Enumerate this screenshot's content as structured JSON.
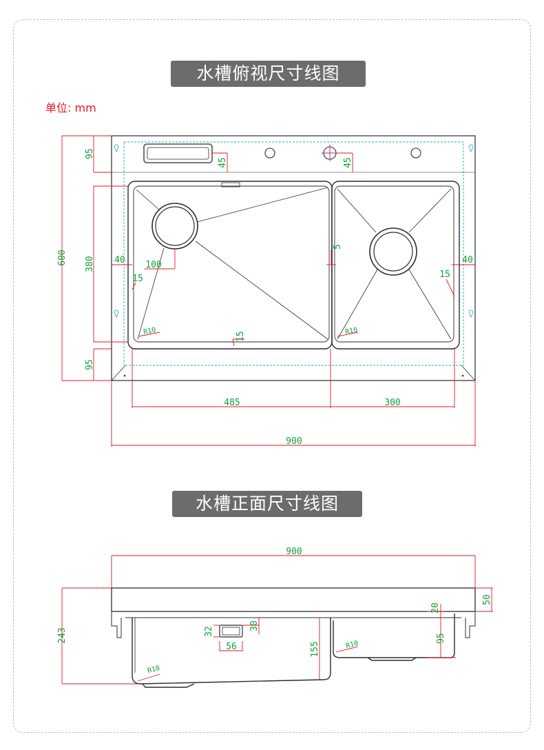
{
  "top_view": {
    "title": "水槽俯视尺寸线图",
    "unit_label": "单位: mm",
    "dimensions": {
      "overall_width": "900",
      "overall_depth": "600",
      "bowl_depth": "380",
      "back_deck": "95",
      "front_deck": "95",
      "left_bowl_width": "485",
      "right_bowl_width": "300",
      "hole_offset_left": "45",
      "hole_offset_right": "45",
      "side_margin_left": "40",
      "side_margin_right": "40",
      "drain_offset": "100",
      "divider": "5",
      "slope_left": "15",
      "slope_right": "15",
      "slope_bottom": "15",
      "corner_radius_left": "R10",
      "corner_radius_right": "R10"
    }
  },
  "front_view": {
    "title": "水槽正面尺寸线图",
    "dimensions": {
      "overall_width": "900",
      "total_height": "243",
      "rim_height": "50",
      "rim_gap": "20",
      "small_bowl_depth": "95",
      "main_bowl_depth": "155",
      "overflow_height": "32",
      "overflow_width": "56",
      "overflow_offset": "30",
      "corner_radius_left": "R10",
      "corner_radius_right": "R10"
    }
  },
  "colors": {
    "dimension_line": "#e8141e",
    "dimension_text": "#13a03a",
    "outline": "#2b2b2b",
    "guide": "#17a9c9",
    "banner_bg": "#6c6c6c"
  }
}
